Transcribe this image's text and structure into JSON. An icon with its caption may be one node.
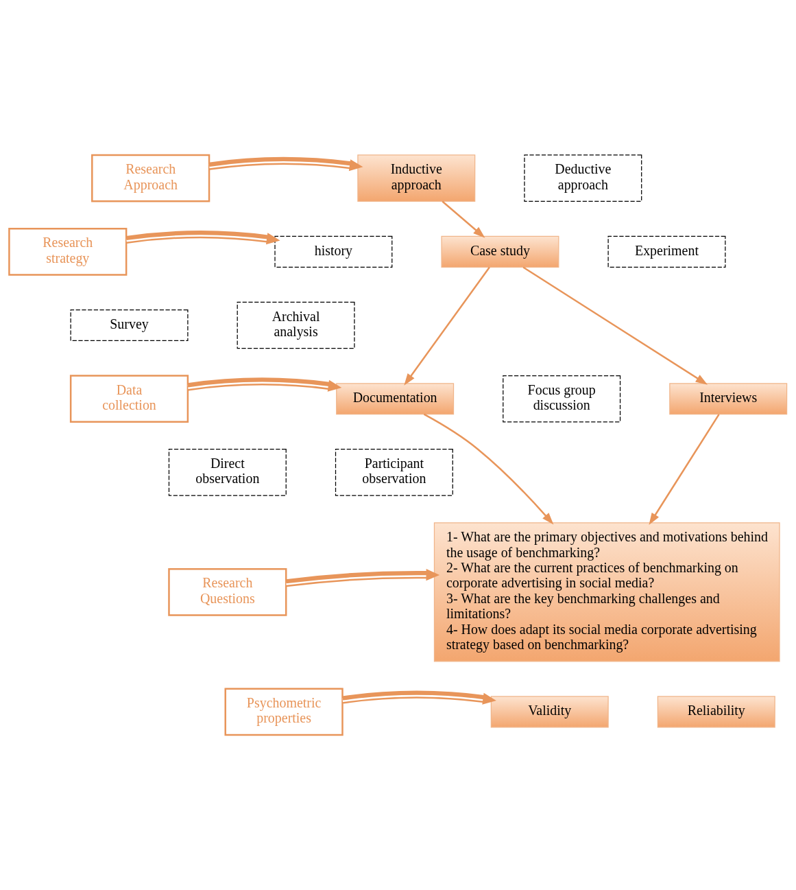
{
  "diagram": {
    "nodes": [
      {
        "text": [
          "Research Approach"
        ]
      },
      {
        "text": [
          "Inductive approach"
        ]
      },
      {
        "text": [
          "Deductive approach"
        ]
      },
      {
        "text": [
          "Research strategy"
        ]
      },
      {
        "text": [
          "history"
        ]
      },
      {
        "text": [
          "Case study"
        ]
      },
      {
        "text": [
          "Experiment"
        ]
      },
      {
        "text": [
          "Survey"
        ]
      },
      {
        "text": [
          "Archival analysis"
        ]
      },
      {
        "text": [
          "Data collection"
        ]
      },
      {
        "text": [
          "Documentation"
        ]
      },
      {
        "text": [
          "Focus group discussion"
        ]
      },
      {
        "text": [
          "Interviews"
        ]
      },
      {
        "text": [
          "Direct observation"
        ]
      },
      {
        "text": [
          "Participant observation"
        ]
      },
      {
        "text": [
          "Research Questions"
        ]
      },
      {
        "text": [
          "1- What are the primary objectives and motivations behind the usage of benchmarking?",
          "2- What are the current practices of benchmarking on corporate advertising in social media?",
          "3- What are the key benchmarking challenges and limitations?",
          "4- How does adapt its social media corporate advertising strategy based on benchmarking?"
        ]
      },
      {
        "text": [
          "Psychometric properties"
        ]
      },
      {
        "text": [
          "Validity"
        ]
      },
      {
        "text": [
          "Reliability"
        ]
      }
    ],
    "edges": [
      {
        "from": 0,
        "to": 1,
        "arrow": "to",
        "style": "thick"
      },
      {
        "from": 1,
        "to": 5,
        "arrow": "to"
      },
      {
        "from": 3,
        "to": 4,
        "arrow": "to",
        "style": "thick"
      },
      {
        "from": 5,
        "to": 10,
        "arrow": "to"
      },
      {
        "from": 5,
        "to": 12,
        "arrow": "to"
      },
      {
        "from": 9,
        "to": 10,
        "arrow": "to",
        "style": "thick"
      },
      {
        "from": 10,
        "to": 16,
        "arrow": "to"
      },
      {
        "from": 12,
        "to": 16,
        "arrow": "to"
      },
      {
        "from": 15,
        "to": 16,
        "arrow": "to",
        "style": "thick"
      },
      {
        "from": 17,
        "to": 18,
        "arrow": "to",
        "style": "thick"
      }
    ]
  }
}
